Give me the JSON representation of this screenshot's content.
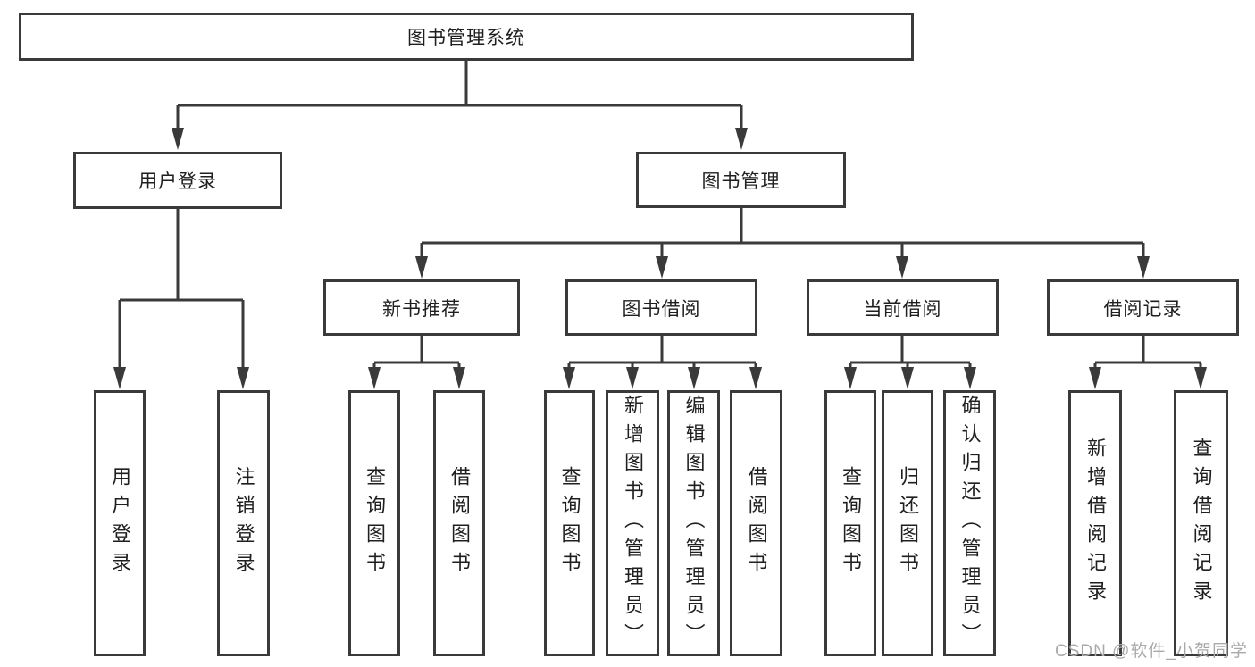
{
  "diagram_type": "hierarchy-tree",
  "colors": {
    "line": "#3a3a3a",
    "box_border": "#3a3a3a",
    "text": "#1f1f1f",
    "background": "#ffffff",
    "watermark": "#a9a9a9"
  },
  "tree": {
    "root": "图书管理系统",
    "children": [
      {
        "label": "用户登录",
        "children": [
          "用户登录",
          "注销登录"
        ]
      },
      {
        "label": "图书管理",
        "children": [
          {
            "label": "新书推荐",
            "children": [
              "查询图书",
              "借阅图书"
            ]
          },
          {
            "label": "图书借阅",
            "children": [
              "查询图书",
              "新增图书（管理员）",
              "编辑图书（管理员）",
              "借阅图书"
            ]
          },
          {
            "label": "当前借阅",
            "children": [
              "查询图书",
              "归还图书",
              "确认归还（管理员）"
            ]
          },
          {
            "label": "借阅记录",
            "children": [
              "新增借阅记录",
              "查询借阅记录"
            ]
          }
        ]
      }
    ]
  },
  "watermark": "CSDN @软件_小贺同学"
}
